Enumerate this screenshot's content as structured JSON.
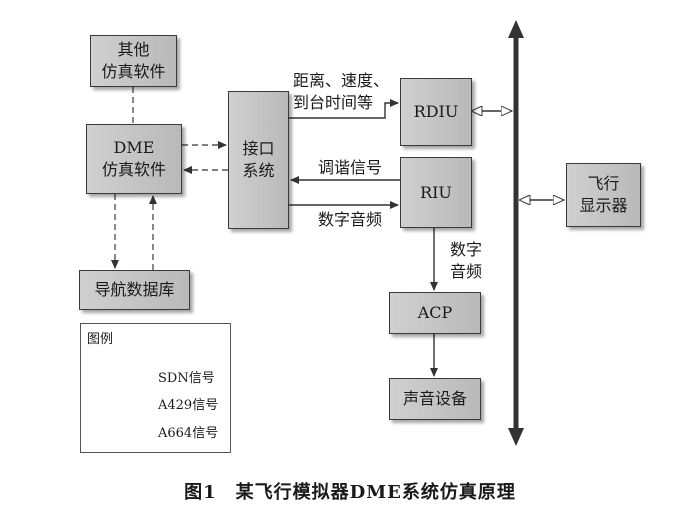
{
  "boxes": {
    "other_sim": "其他\n仿真软件",
    "dme_sim": "DME\n仿真软件",
    "nav_db": "导航数据库",
    "interface": "接口\n系统",
    "rdiu": "RDIU",
    "riu": "RIU",
    "acp": "ACP",
    "audio": "声音设备",
    "flight_display": "飞行\n显示器"
  },
  "labels": {
    "rdiu_info": "距离、速度、\n到台时间等",
    "tuning": "调谐信号",
    "digital_audio": "数字音频",
    "digital_audio_v": "数字\n音频"
  },
  "legend": {
    "title": "图例",
    "sdn": "SDN信号",
    "a429": "A429信号",
    "a664": "A664信号"
  },
  "caption": "图1　某飞行模拟器DME系统仿真原理"
}
